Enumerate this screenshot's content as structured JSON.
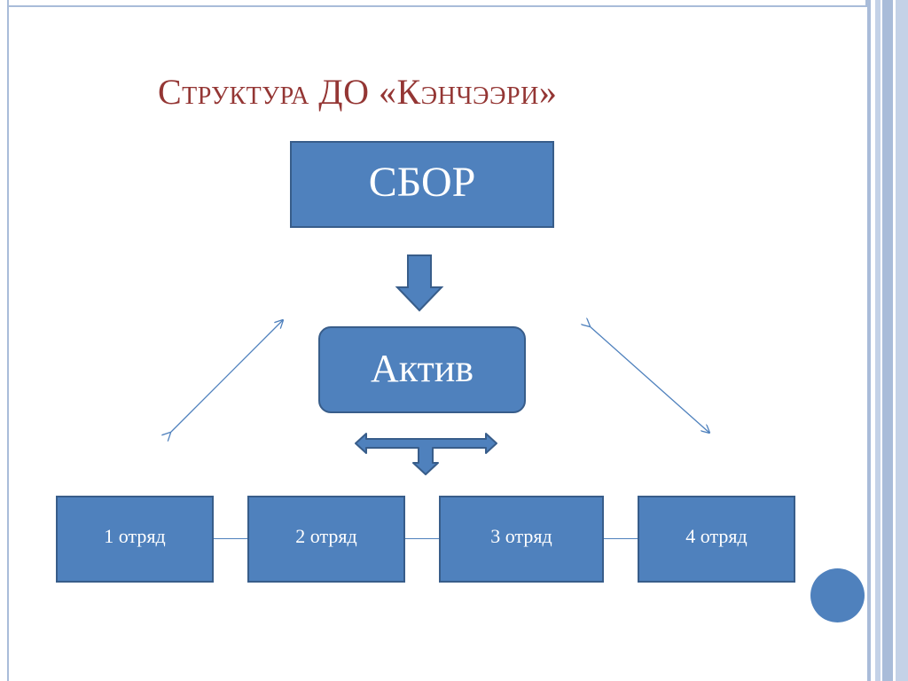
{
  "slide": {
    "title": "Структура ДО «Кэнчээри»"
  },
  "diagram": {
    "top_node": "СБОР",
    "middle_node": "Актив",
    "units": [
      {
        "label": "1 отряд"
      },
      {
        "label": "2 отряд"
      },
      {
        "label": "3 отряд"
      },
      {
        "label": "4 отряд"
      }
    ]
  },
  "colors": {
    "title": "#943634",
    "box_fill": "#4f81bd",
    "box_border": "#385d8a",
    "frame": "#a9bcd9"
  }
}
